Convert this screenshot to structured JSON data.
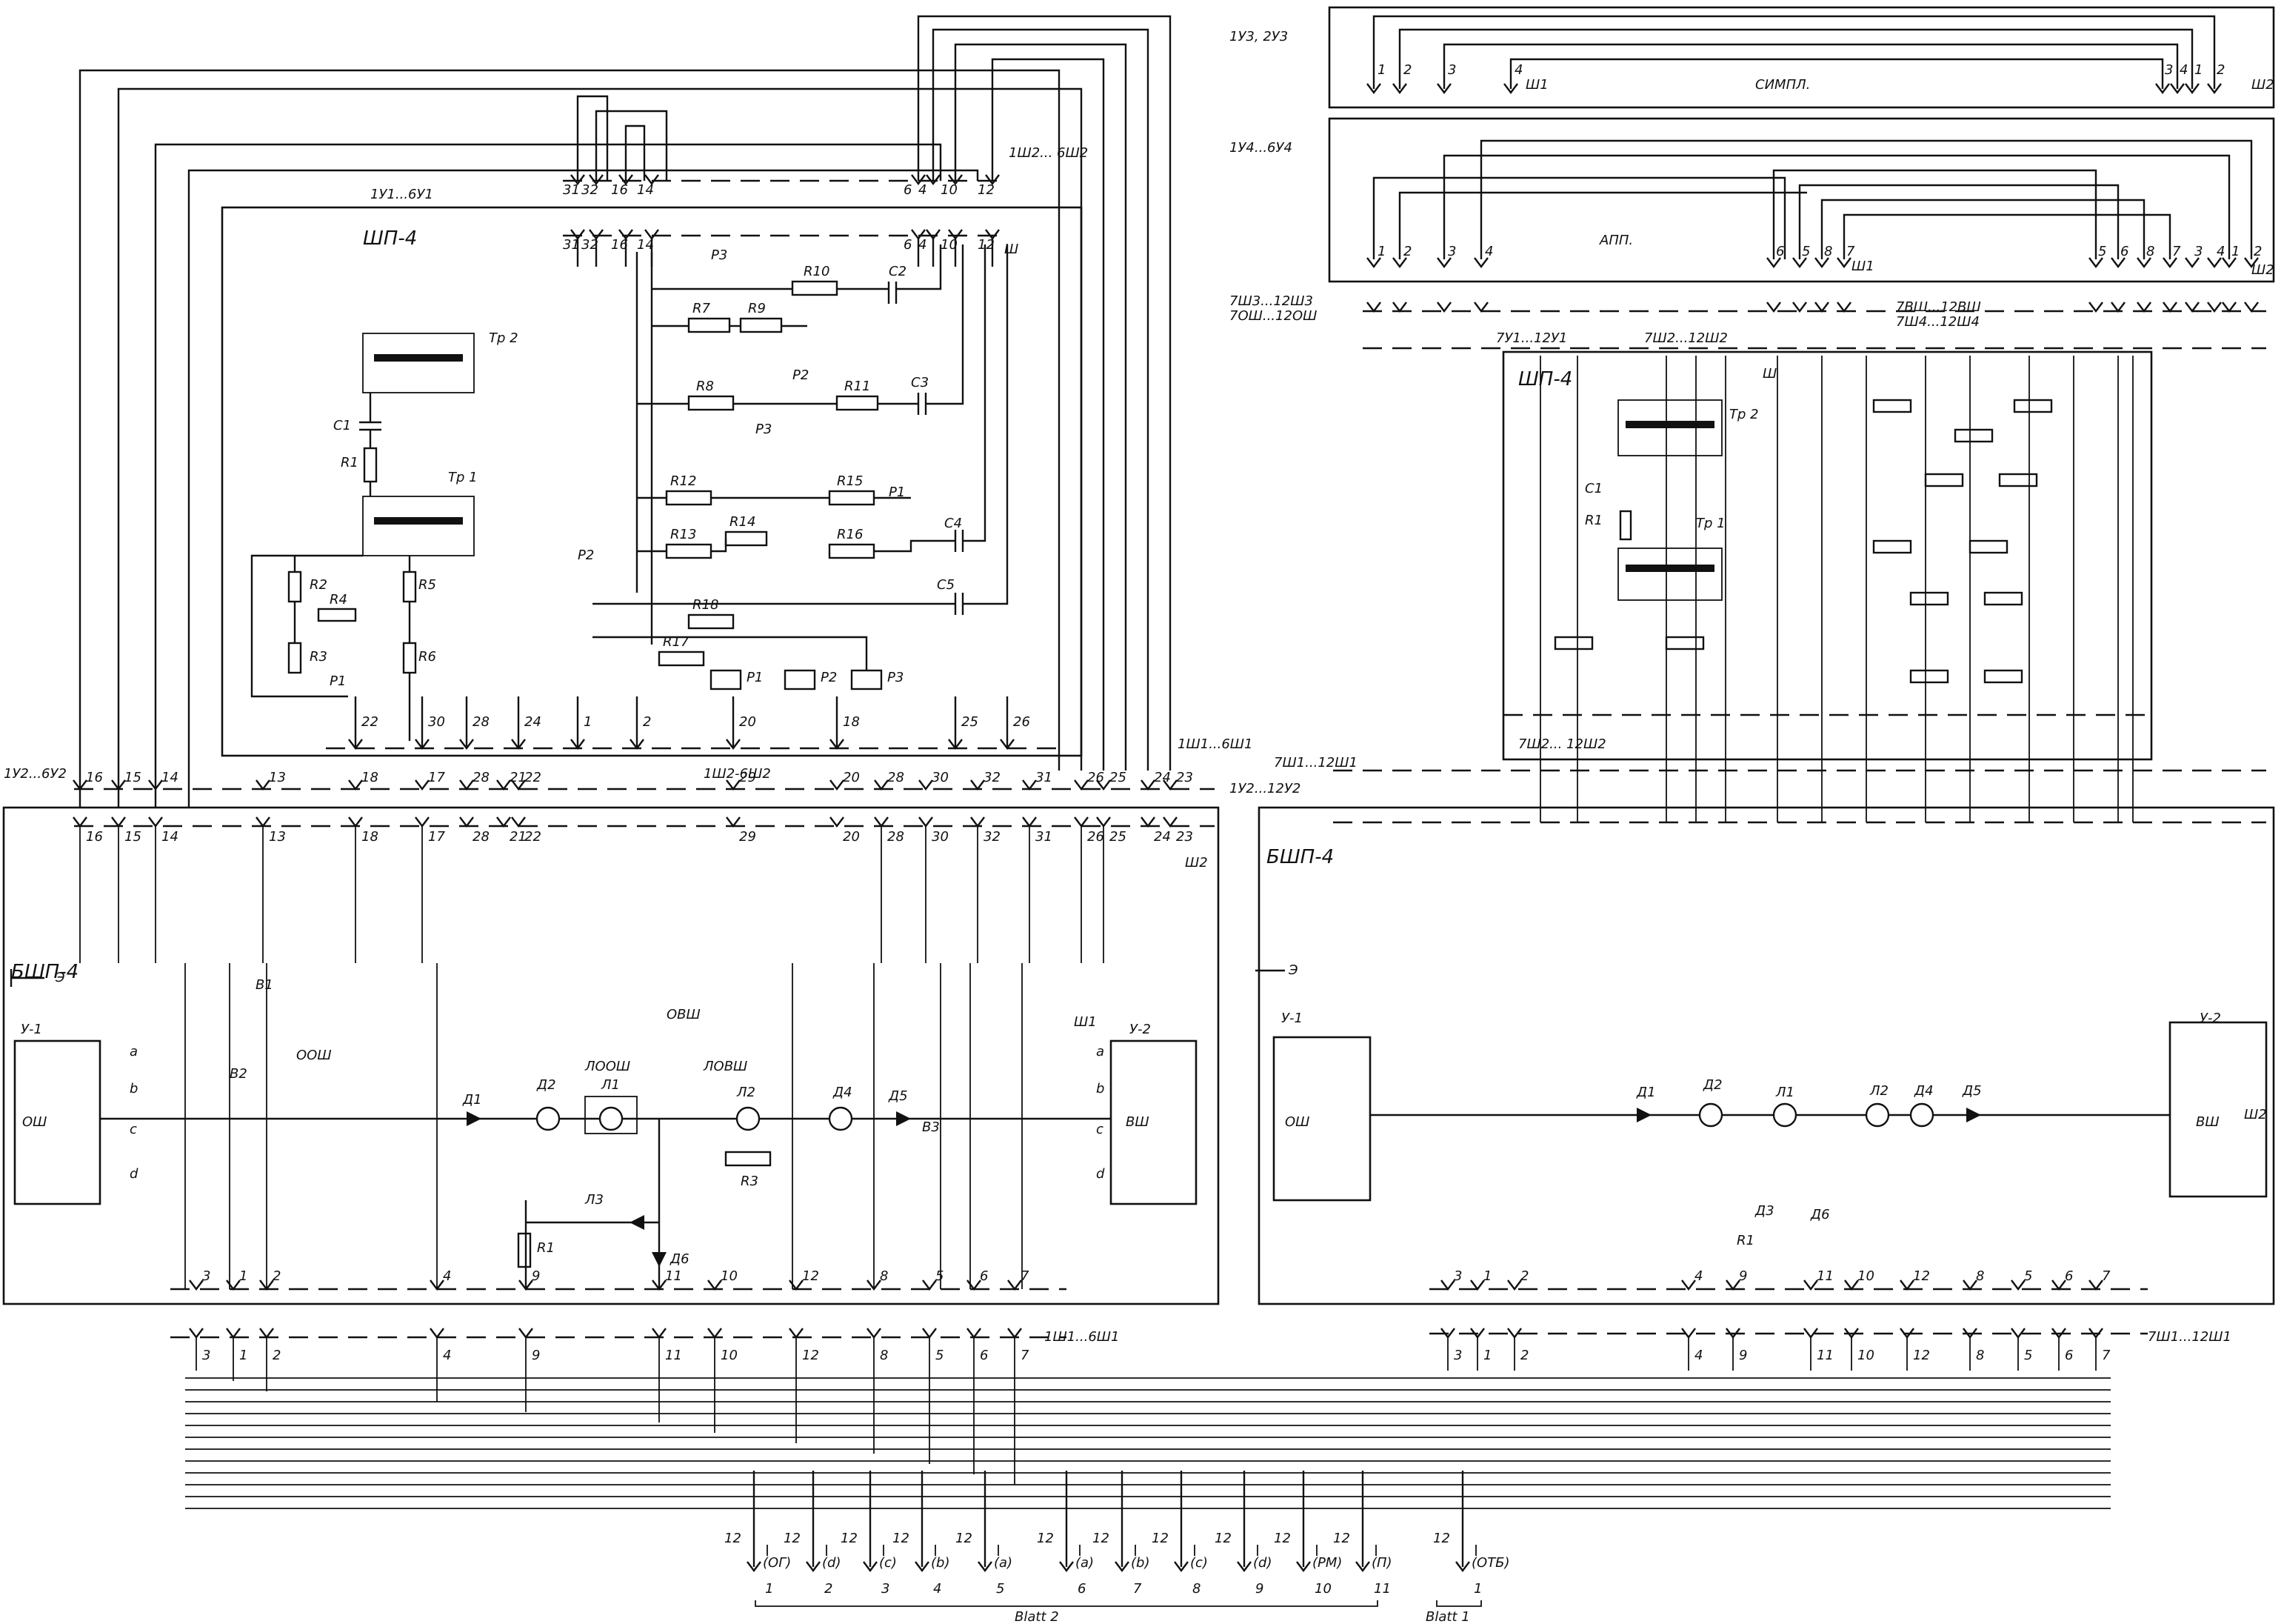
{
  "labels": {
    "left_top_ranges": "1У1...6У1",
    "left_top_right": "1Ш2...\n6Ш2",
    "left_shp": "ШП-4",
    "left_sh": "Ш",
    "left_mid_ranges": "1Ш1...6Ш1",
    "left_bottom_ranges": "1Ш2-6Ш2",
    "left_u_ranges": "1У2...6У2",
    "left_bshp": "БШП-4",
    "left_sh2": "Ш2",
    "left_sh1": "Ш1",
    "left_bottom_cable": "1Ш1...6Ш1",
    "right_top1": "1У3, 2У3",
    "right_top2": "1У4...6У4",
    "right_simpl": "СИМПЛ.",
    "right_app": "АПП.",
    "right_sh1": "Ш1",
    "right_sh2": "Ш2",
    "right_cable_a": "7Ш3...12Ш3",
    "right_cable_b": "7ОШ...12ОШ",
    "right_cable_c": "7ВШ...12ВШ",
    "right_cable_d": "7Ш4...12Ш4",
    "right_u1": "7У1...12У1",
    "right_sh2_range": "7Ш2...12Ш2",
    "right_shp": "ШП-4",
    "right_mid_range": "7Ш1...12Ш1",
    "right_u2": "1У2...12У2",
    "right_bshp": "БШП-4",
    "right_bottom_cable": "7Ш1...12Ш1",
    "right_sh_side": "7Ш2...\n12Ш2",
    "blatt2": "Blatt 2",
    "blatt1": "Blatt 1"
  },
  "components": {
    "tr1": "Тр 1",
    "tr2": "Тр 2",
    "r1": "R1",
    "r2": "R2",
    "r3": "R3",
    "r4": "R4",
    "r5": "R5",
    "r6": "R6",
    "r7": "R7",
    "r8": "R8",
    "r9": "R9",
    "r10": "R10",
    "r11": "R11",
    "r12": "R12",
    "r13": "R13",
    "r14": "R14",
    "r15": "R15",
    "r16": "R16",
    "r17": "R17",
    "r18": "R18",
    "c1": "C1",
    "c2": "C2",
    "c3": "C3",
    "c4": "C4",
    "c5": "C5",
    "p1": "P1",
    "p2": "P2",
    "p3": "P3",
    "d1": "Д1",
    "d2": "Д2",
    "d4": "Д4",
    "d5": "Д5",
    "d6": "Д6",
    "d3": "Д3",
    "l3": "Л3",
    "l1": "Л1",
    "l2": "Л2",
    "b1": "B1",
    "b2": "B2",
    "b3": "B3",
    "u1": "У-1",
    "u2": "У-2",
    "osh": "ОШ",
    "vsh": "ВШ",
    "oosh": "ООШ",
    "ovsh": "ОВШ",
    "loosh": "ЛООШ",
    "lovsh": "ЛОВШ",
    "e": "Э"
  },
  "pins_top_left": [
    "31",
    "32",
    "16",
    "14",
    "6",
    "4",
    "10",
    "12"
  ],
  "pins_mid_left": [
    "22",
    "30",
    "28",
    "24",
    "1",
    "2",
    "20",
    "18",
    "25",
    "26"
  ],
  "pins_bus_left": [
    "16",
    "15",
    "14",
    "13",
    "18",
    "17",
    "28",
    "21",
    "22",
    "29",
    "20",
    "28",
    "30",
    "32",
    "31",
    "26",
    "25",
    "24",
    "23"
  ],
  "pins_bottom_left": [
    "3",
    "1",
    "2",
    "4",
    "9",
    "11",
    "10",
    "12",
    "8",
    "5",
    "6",
    "7"
  ],
  "pins_bottom_right": [
    "3",
    "1",
    "2",
    "4",
    "9",
    "11",
    "10",
    "12",
    "8",
    "5",
    "6",
    "7"
  ],
  "right_simpl_pins_l": [
    "1",
    "2",
    "3",
    "4"
  ],
  "right_simpl_pins_r": [
    "3",
    "4",
    "1",
    "2"
  ],
  "right_app_pins_l": [
    "1",
    "2",
    "3",
    "4"
  ],
  "right_app_pins_m": [
    "6",
    "5",
    "8",
    "7"
  ],
  "right_app_pins_r": [
    "5",
    "6",
    "8",
    "7",
    "3",
    "4",
    "1",
    "2"
  ],
  "switch_letters": [
    "a",
    "b",
    "c",
    "d"
  ],
  "outputs": [
    {
      "num": "12",
      "code": "(ОГ)",
      "group": "1"
    },
    {
      "num": "12",
      "code": "(d)",
      "group": "2"
    },
    {
      "num": "12",
      "code": "(c)",
      "group": "3"
    },
    {
      "num": "12",
      "code": "(b)",
      "group": "4"
    },
    {
      "num": "12",
      "code": "(a)",
      "group": "5"
    },
    {
      "num": "12",
      "code": "(a)",
      "group": "6"
    },
    {
      "num": "12",
      "code": "(b)",
      "group": "7"
    },
    {
      "num": "12",
      "code": "(c)",
      "group": "8"
    },
    {
      "num": "12",
      "code": "(d)",
      "group": "9"
    },
    {
      "num": "12",
      "code": "(РМ)",
      "group": "10"
    },
    {
      "num": "12",
      "code": "(П)",
      "group": "11"
    },
    {
      "num": "12",
      "code": "(ОТБ)",
      "group": "1"
    }
  ]
}
